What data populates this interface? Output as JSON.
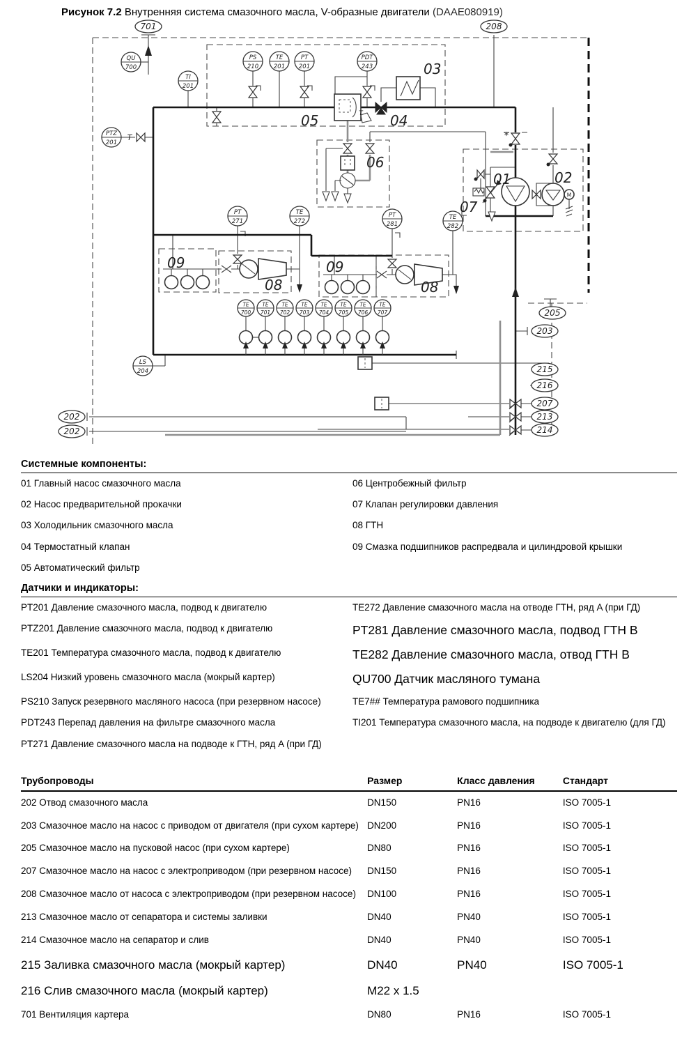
{
  "title": {
    "label": "Рисунок 7.2",
    "text": "Внутренняя система смазочного масла, V-образные двигатели",
    "code": "(DAAE080919)"
  },
  "diagram": {
    "instruments": [
      {
        "id": "QU",
        "num": "700"
      },
      {
        "id": "TI",
        "num": "201"
      },
      {
        "id": "PTZ",
        "num": "201"
      },
      {
        "id": "PS",
        "num": "210"
      },
      {
        "id": "TE",
        "num": "201"
      },
      {
        "id": "PT",
        "num": "201"
      },
      {
        "id": "PDT",
        "num": "243"
      },
      {
        "id": "PT",
        "num": "271"
      },
      {
        "id": "TE",
        "num": "272"
      },
      {
        "id": "PT",
        "num": "281"
      },
      {
        "id": "TE",
        "num": "282"
      },
      {
        "id": "LS",
        "num": "204"
      }
    ],
    "te_id": "TE",
    "te_sensors": [
      "700",
      "701",
      "702",
      "703",
      "704",
      "705",
      "706",
      "707"
    ],
    "item_labels": [
      "05",
      "04",
      "03",
      "06",
      "01",
      "02",
      "07",
      "09",
      "08",
      "09",
      "08"
    ],
    "pipe_labels": [
      "701",
      "208",
      "205",
      "203",
      "215",
      "216",
      "207",
      "213",
      "214",
      "202",
      "202"
    ],
    "symbols": {
      "t_line": "T",
      "t_actuator": "T",
      "star": "*",
      "motor": "M"
    }
  },
  "components": {
    "heading": "Системные компоненты:",
    "left": [
      {
        "num": "01",
        "text": "Главный насос смазочного масла"
      },
      {
        "num": "02",
        "text": "Насос предварительной прокачки"
      },
      {
        "num": "03",
        "text": "Холодильник смазочного масла"
      },
      {
        "num": "04",
        "text": "Термостатный клапан"
      },
      {
        "num": "05",
        "text": "Автоматический фильтр"
      }
    ],
    "right": [
      {
        "num": "06",
        "text": "Центробежный фильтр"
      },
      {
        "num": "07",
        "text": "Клапан регулировки давления"
      },
      {
        "num": "08",
        "text": "ГТН"
      },
      {
        "num": "09",
        "text": "Смазка подшипников распредвала и цилиндровой крышки"
      }
    ]
  },
  "sensors": {
    "heading": "Датчики и индикаторы:",
    "left": [
      {
        "code": "PT201",
        "text": "Давление смазочного масла, подвод к двигателю",
        "large": false
      },
      {
        "code": "PTZ201",
        "text": "Давление смазочного масла, подвод к двигателю",
        "large": false
      },
      {
        "code": "TE201",
        "text": "Температура смазочного масла, подвод к двигателю",
        "large": false
      },
      {
        "code": "LS204",
        "text": "Низкий уровень смазочного масла (мокрый картер)",
        "large": false
      },
      {
        "code": "PS210",
        "text": "Запуск резервного масляного насоса (при резервном насосе)",
        "large": false
      },
      {
        "code": "PDT243",
        "text": "Перепад давления на фильтре смазочного масла",
        "large": false
      },
      {
        "code": "PT271",
        "text": "Давление смазочного масла на подводе к ГТН, ряд A (при ГД)",
        "large": false
      }
    ],
    "right": [
      {
        "code": "TE272",
        "text": "Давление смазочного масла на отводе ГТН, ряд A (при ГД)",
        "large": false
      },
      {
        "code": "PT281",
        "text": "Давление смазочного масла, подвод ГТН B",
        "large": true
      },
      {
        "code": "TE282",
        "text": "Давление смазочного масла, отвод ГТН B",
        "large": true
      },
      {
        "code": "QU700",
        "text": "Датчик масляного тумана",
        "large": true
      },
      {
        "code": "TE7##",
        "text": "Температура рамового подшипника",
        "large": false
      },
      {
        "code": "TI201",
        "text": "Температура смазочного масла, на подводе к двигателю (для ГД)",
        "large": false
      }
    ]
  },
  "pipes": {
    "headers": [
      "Трубопроводы",
      "Размер",
      "Класс давления",
      "Стандарт"
    ],
    "rows": [
      {
        "num": "202",
        "name": "Отвод смазочного масла",
        "size": "DN150",
        "pn": "PN16",
        "std": "ISO 7005-1",
        "large": false
      },
      {
        "num": "203",
        "name": "Смазочное масло на насос с приводом от двигателя (при сухом картере)",
        "size": "DN200",
        "pn": "PN16",
        "std": "ISO 7005-1",
        "large": false
      },
      {
        "num": "205",
        "name": "Смазочное масло на пусковой насос (при сухом картере)",
        "size": "DN80",
        "pn": "PN16",
        "std": "ISO 7005-1",
        "large": false
      },
      {
        "num": "207",
        "name": "Смазочное масло на насос с электроприводом (при резервном насосе)",
        "size": "DN150",
        "pn": "PN16",
        "std": "ISO 7005-1",
        "large": false
      },
      {
        "num": "208",
        "name": "Смазочное масло от насоса с электроприводом (при резервном насосе)",
        "size": "DN100",
        "pn": "PN16",
        "std": "ISO 7005-1",
        "large": false
      },
      {
        "num": "213",
        "name": "Смазочное масло от сепаратора и системы заливки",
        "size": "DN40",
        "pn": "PN40",
        "std": "ISO 7005-1",
        "large": false
      },
      {
        "num": "214",
        "name": "Смазочное масло на сепаратор и слив",
        "size": "DN40",
        "pn": "PN40",
        "std": "ISO 7005-1",
        "large": false
      },
      {
        "num": "215",
        "name": "Заливка смазочного масла (мокрый картер)",
        "size": "DN40",
        "pn": "PN40",
        "std": "ISO 7005-1",
        "large": true
      },
      {
        "num": "216",
        "name": "Слив смазочного масла (мокрый картер)",
        "size": "M22 x 1.5",
        "pn": "",
        "std": "",
        "large": true
      },
      {
        "num": "701",
        "name": "Вентиляция картера",
        "size": "DN80",
        "pn": "PN16",
        "std": "ISO 7005-1",
        "large": false
      }
    ]
  }
}
